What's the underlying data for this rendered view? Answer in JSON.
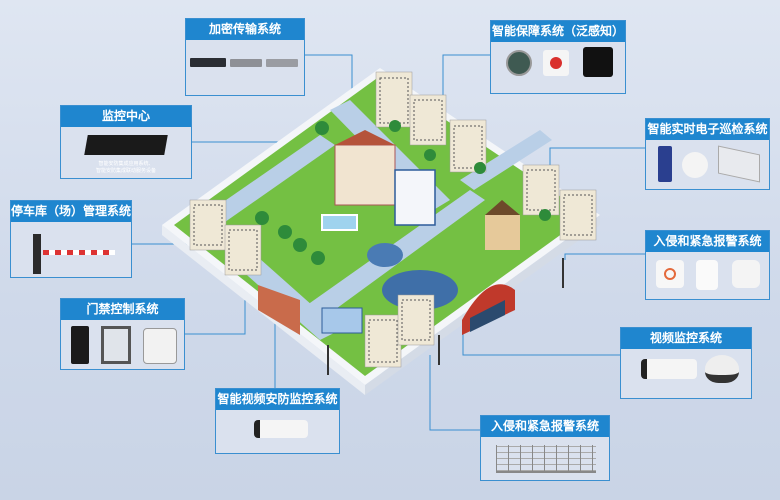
{
  "panels": {
    "encrypted_transmission": {
      "title": "加密传输系统"
    },
    "smart_guarantee": {
      "title": "智能保障系统（泛感知）"
    },
    "monitoring_center": {
      "title": "监控中心",
      "caption_line1": "智能安防集成应用系统、",
      "caption_line2": "智能安防集成联动服务设备"
    },
    "patrol": {
      "title": "智能实时电子巡检系统"
    },
    "parking": {
      "title": "停车库（场）管理系统"
    },
    "intrusion_right": {
      "title": "入侵和紧急报警系统"
    },
    "access_control": {
      "title": "门禁控制系统"
    },
    "video_monitoring": {
      "title": "视频监控系统"
    },
    "smart_video": {
      "title": "智能视频安防监控系统"
    },
    "intrusion_bottom": {
      "title": "入侵和紧急报警系统"
    }
  },
  "colors": {
    "header": "#1f86cf",
    "panel_bg": "#dae1ee",
    "grass": "#6fbf3e",
    "road": "#b7cde6",
    "water": "#3f6fa8"
  }
}
